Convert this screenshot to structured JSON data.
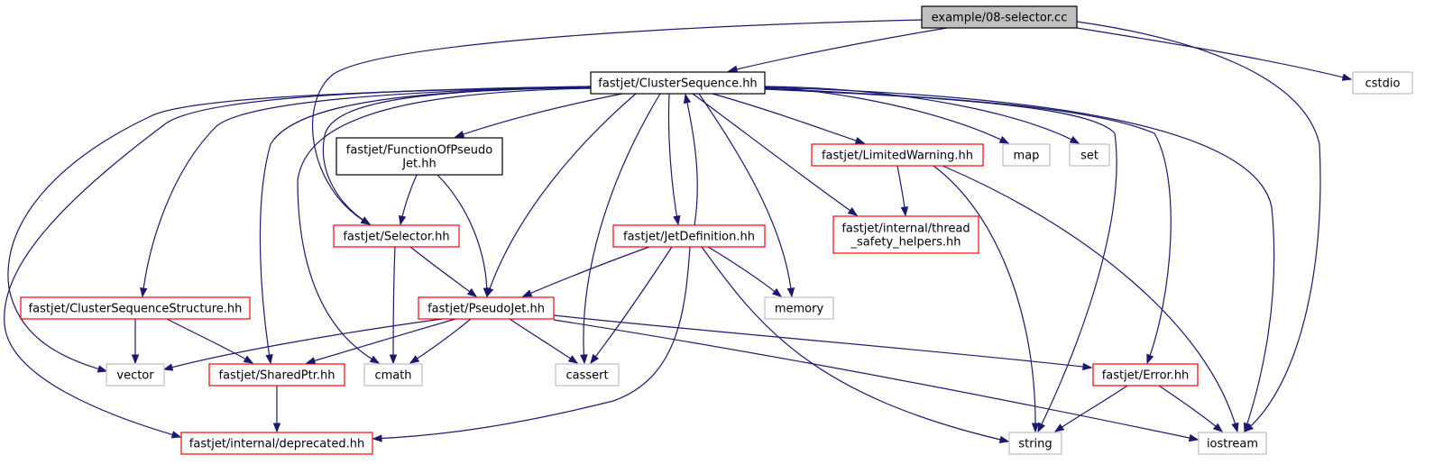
{
  "diagram": {
    "colors": {
      "edge": "#191970",
      "root_fill": "#bfbfbf",
      "root_border": "#000000",
      "documented_border": "#000000",
      "red_border": "#ff0000",
      "system_border": "#bfbfbf",
      "system_text": "#000000",
      "background": "#ffffff"
    },
    "nodes": [
      {
        "id": "sel_cc",
        "kind": "root",
        "lines": [
          "example/08-selector.cc"
        ]
      },
      {
        "id": "cs",
        "kind": "documented",
        "lines": [
          "fastjet/ClusterSequence.hh"
        ]
      },
      {
        "id": "cstdio",
        "kind": "system",
        "lines": [
          "cstdio"
        ]
      },
      {
        "id": "fopj",
        "kind": "documented",
        "lines": [
          "fastjet/FunctionOfPseudo",
          "Jet.hh"
        ]
      },
      {
        "id": "lw",
        "kind": "red",
        "lines": [
          "fastjet/LimitedWarning.hh"
        ]
      },
      {
        "id": "map",
        "kind": "system",
        "lines": [
          "map"
        ]
      },
      {
        "id": "set",
        "kind": "system",
        "lines": [
          "set"
        ]
      },
      {
        "id": "selector",
        "kind": "red",
        "lines": [
          "fastjet/Selector.hh"
        ]
      },
      {
        "id": "jetdef",
        "kind": "red",
        "lines": [
          "fastjet/JetDefinition.hh"
        ]
      },
      {
        "id": "tsh",
        "kind": "red",
        "lines": [
          "fastjet/internal/thread",
          "_safety_helpers.hh"
        ]
      },
      {
        "id": "css",
        "kind": "red",
        "lines": [
          "fastjet/ClusterSequenceStructure.hh"
        ]
      },
      {
        "id": "pj",
        "kind": "red",
        "lines": [
          "fastjet/PseudoJet.hh"
        ]
      },
      {
        "id": "memory",
        "kind": "system",
        "lines": [
          "memory"
        ]
      },
      {
        "id": "vector",
        "kind": "system",
        "lines": [
          "vector"
        ]
      },
      {
        "id": "sptr",
        "kind": "red",
        "lines": [
          "fastjet/SharedPtr.hh"
        ]
      },
      {
        "id": "cmath",
        "kind": "system",
        "lines": [
          "cmath"
        ]
      },
      {
        "id": "cassert",
        "kind": "system",
        "lines": [
          "cassert"
        ]
      },
      {
        "id": "error",
        "kind": "red",
        "lines": [
          "fastjet/Error.hh"
        ]
      },
      {
        "id": "deprecated",
        "kind": "red",
        "lines": [
          "fastjet/internal/deprecated.hh"
        ]
      },
      {
        "id": "string",
        "kind": "system",
        "lines": [
          "string"
        ]
      },
      {
        "id": "iostream",
        "kind": "system",
        "lines": [
          "iostream"
        ]
      }
    ],
    "edges": [
      [
        "sel_cc",
        "cs"
      ],
      [
        "sel_cc",
        "cstdio"
      ],
      [
        "sel_cc",
        "selector"
      ],
      [
        "sel_cc",
        "iostream"
      ],
      [
        "cs",
        "fopj"
      ],
      [
        "cs",
        "lw"
      ],
      [
        "cs",
        "map"
      ],
      [
        "cs",
        "set"
      ],
      [
        "cs",
        "selector"
      ],
      [
        "cs",
        "jetdef"
      ],
      [
        "cs",
        "tsh"
      ],
      [
        "cs",
        "css"
      ],
      [
        "cs",
        "pj"
      ],
      [
        "cs",
        "memory"
      ],
      [
        "cs",
        "vector"
      ],
      [
        "cs",
        "sptr"
      ],
      [
        "cs",
        "cmath"
      ],
      [
        "cs",
        "cassert"
      ],
      [
        "cs",
        "error"
      ],
      [
        "cs",
        "deprecated"
      ],
      [
        "cs",
        "string"
      ],
      [
        "cs",
        "iostream"
      ],
      [
        "fopj",
        "selector"
      ],
      [
        "fopj",
        "pj"
      ],
      [
        "lw",
        "tsh"
      ],
      [
        "lw",
        "string"
      ],
      [
        "lw",
        "iostream"
      ],
      [
        "selector",
        "pj"
      ],
      [
        "selector",
        "cmath"
      ],
      [
        "jetdef",
        "cs"
      ],
      [
        "jetdef",
        "pj"
      ],
      [
        "jetdef",
        "memory"
      ],
      [
        "jetdef",
        "cassert"
      ],
      [
        "jetdef",
        "deprecated"
      ],
      [
        "jetdef",
        "string"
      ],
      [
        "css",
        "vector"
      ],
      [
        "css",
        "sptr"
      ],
      [
        "pj",
        "vector"
      ],
      [
        "pj",
        "sptr"
      ],
      [
        "pj",
        "cmath"
      ],
      [
        "pj",
        "cassert"
      ],
      [
        "pj",
        "error"
      ],
      [
        "pj",
        "iostream"
      ],
      [
        "sptr",
        "deprecated"
      ],
      [
        "error",
        "string"
      ],
      [
        "error",
        "iostream"
      ]
    ]
  }
}
